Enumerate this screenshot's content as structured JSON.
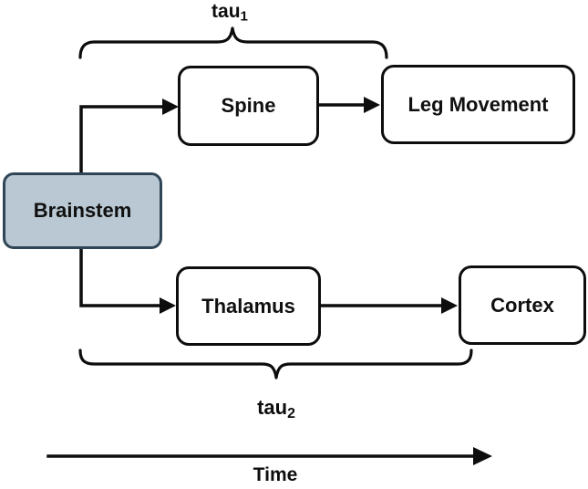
{
  "diagram": {
    "nodes": {
      "brainstem": {
        "label": "Brainstem"
      },
      "spine": {
        "label": "Spine"
      },
      "leg_movement": {
        "label": "Leg Movement"
      },
      "thalamus": {
        "label": "Thalamus"
      },
      "cortex": {
        "label": "Cortex"
      }
    },
    "edges": [
      {
        "from": "Brainstem",
        "to": "Spine"
      },
      {
        "from": "Spine",
        "to": "Leg Movement"
      },
      {
        "from": "Brainstem",
        "to": "Thalamus"
      },
      {
        "from": "Thalamus",
        "to": "Cortex"
      }
    ],
    "braces": {
      "tau1": {
        "base": "tau",
        "sub": "1",
        "spans": "Brainstem to Leg Movement"
      },
      "tau2": {
        "base": "tau",
        "sub": "2",
        "spans": "Brainstem to Cortex"
      }
    },
    "timeline": {
      "label": "Time"
    },
    "colors": {
      "background": "#ffffff",
      "line": "#0d0d0d",
      "node_fill": "#ffffff",
      "node_border": "#0d0d0d",
      "brainstem_fill": "#b9c8d2",
      "brainstem_border": "#2f4657"
    }
  }
}
